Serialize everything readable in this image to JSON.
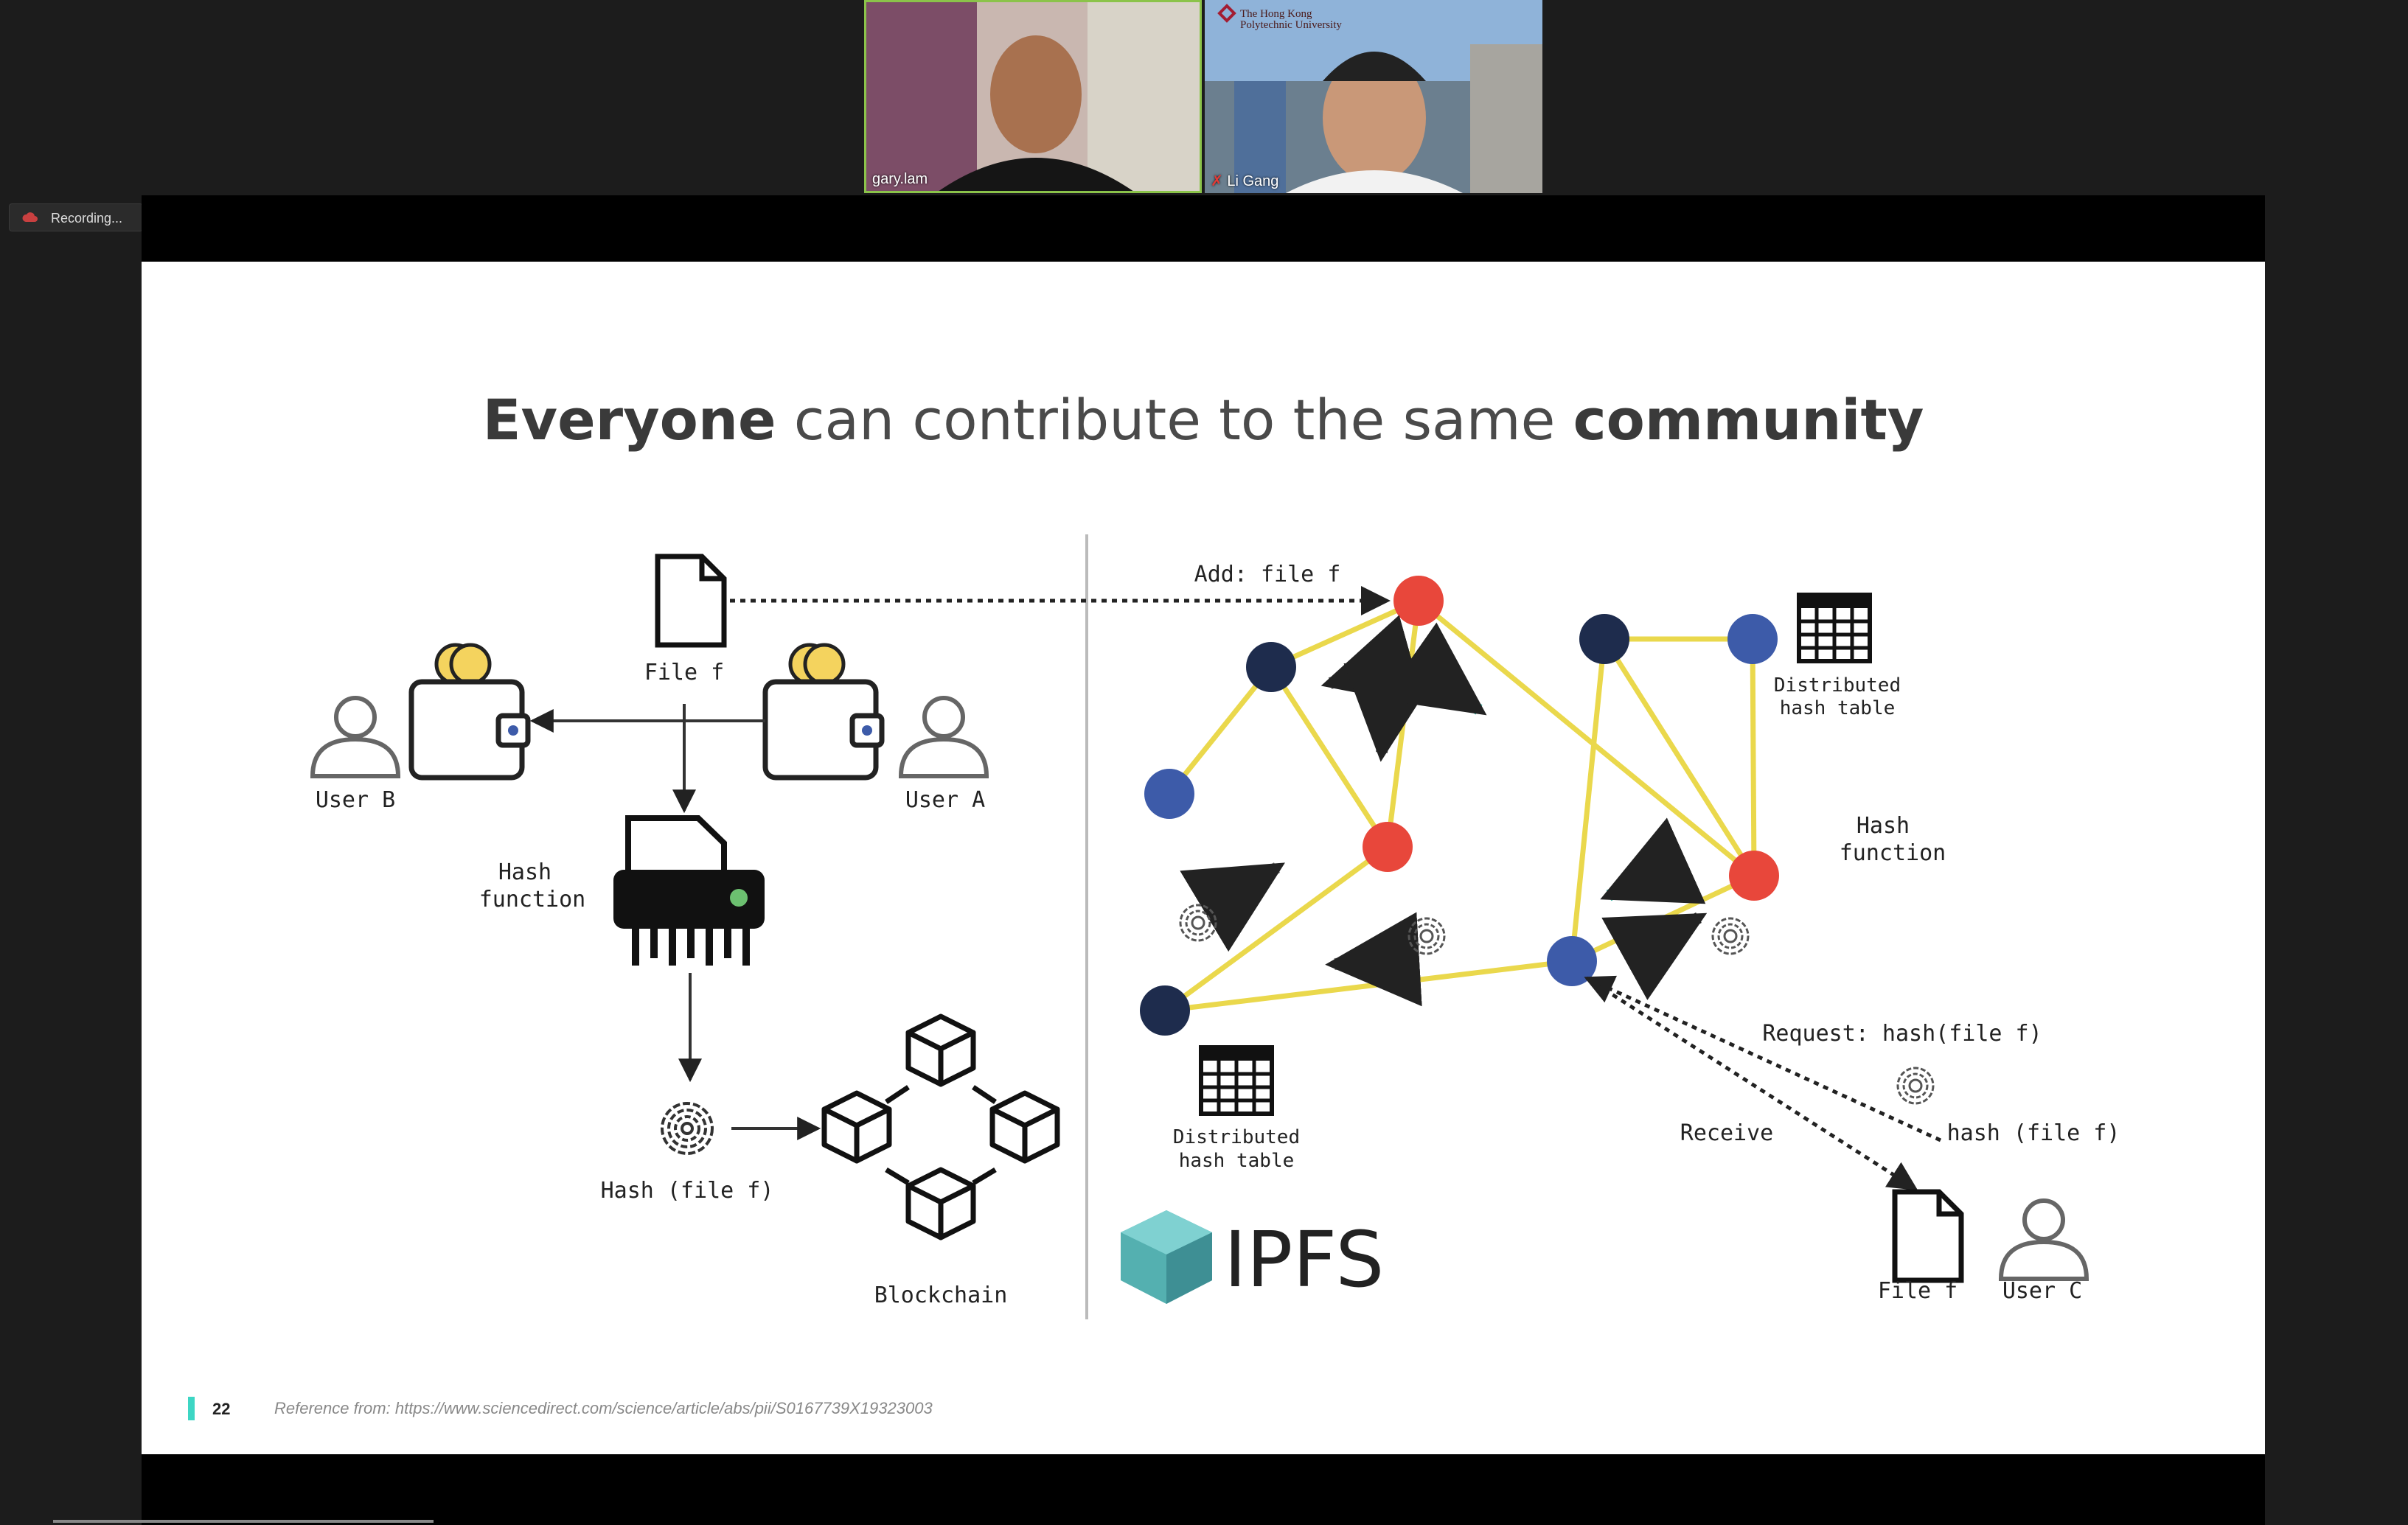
{
  "meeting": {
    "participants": [
      {
        "name": "gary.lam"
      },
      {
        "name": "Li Gang",
        "muted": true
      }
    ],
    "university_label": [
      "The Hong Kong",
      "Polytechnic University"
    ],
    "recording_label": "Recording..."
  },
  "slide": {
    "title_parts": [
      "Everyone",
      " can contribute to the same ",
      "community"
    ],
    "left_diagram": {
      "file_label": "File f",
      "user_b": "User B",
      "user_a": "User A",
      "hash_function": [
        "Hash",
        "function"
      ],
      "hash_output": "Hash (file f)",
      "blockchain": "Blockchain"
    },
    "right_diagram": {
      "add_label": "Add: file f",
      "dht_top": [
        "Distributed",
        "hash table"
      ],
      "dht_bottom": [
        "Distributed",
        "hash table"
      ],
      "hash_function": [
        "Hash",
        "function"
      ],
      "request": "Request: hash(file f)",
      "hash_file": "hash (file f)",
      "receive": "Receive",
      "file_label": "File f",
      "user_c": "User C",
      "logo_text": "IPFS"
    },
    "page_number": "22",
    "reference": "Reference from: https://www.sciencedirect.com/science/article/abs/pii/S0167739X19323003"
  },
  "colors": {
    "node_red": "#e8473b",
    "node_dark": "#1e2c4d",
    "node_blue": "#3d5ba9",
    "edge": "#ead84c",
    "teal": "#3bb3a4",
    "accent_bar": "#3dd6c4"
  }
}
